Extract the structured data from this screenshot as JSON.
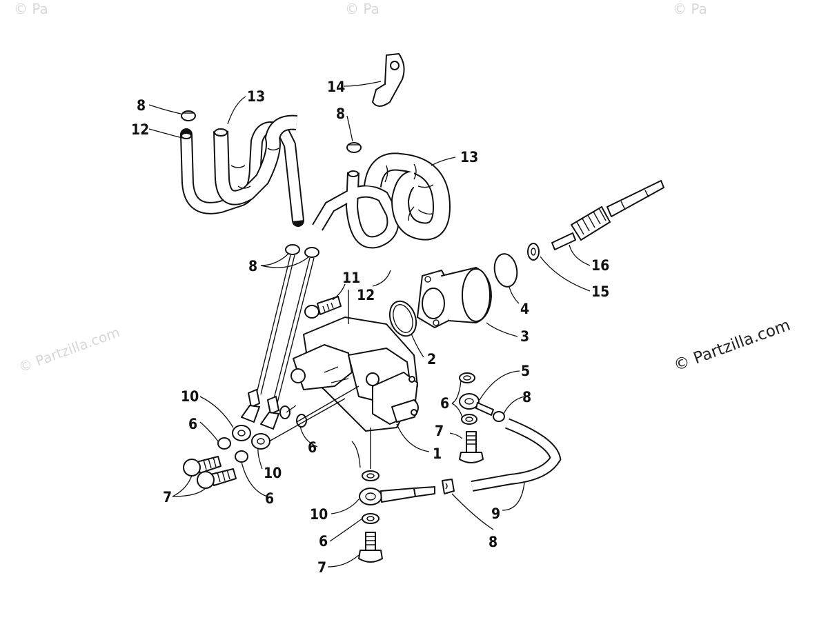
{
  "watermarks": {
    "main": "© Partzilla.com",
    "faint": "© Partzilla.com",
    "corner": "© Pa"
  },
  "callouts": {
    "c1": "1",
    "c2": "2",
    "c3": "3",
    "c4": "4",
    "c5": "5",
    "c6a": "6",
    "c6b": "6",
    "c6c": "6",
    "c6d": "6",
    "c6e": "6",
    "c7a": "7",
    "c7b": "7",
    "c7c": "7",
    "c8a": "8",
    "c8b": "8",
    "c8c": "8",
    "c8d": "8",
    "c8e": "8",
    "c9": "9",
    "c10a": "10",
    "c10b": "10",
    "c10c": "10",
    "c11": "11",
    "c12a": "12",
    "c12b": "12",
    "c13a": "13",
    "c13b": "13",
    "c14": "14",
    "c15": "15",
    "c16": "16"
  }
}
